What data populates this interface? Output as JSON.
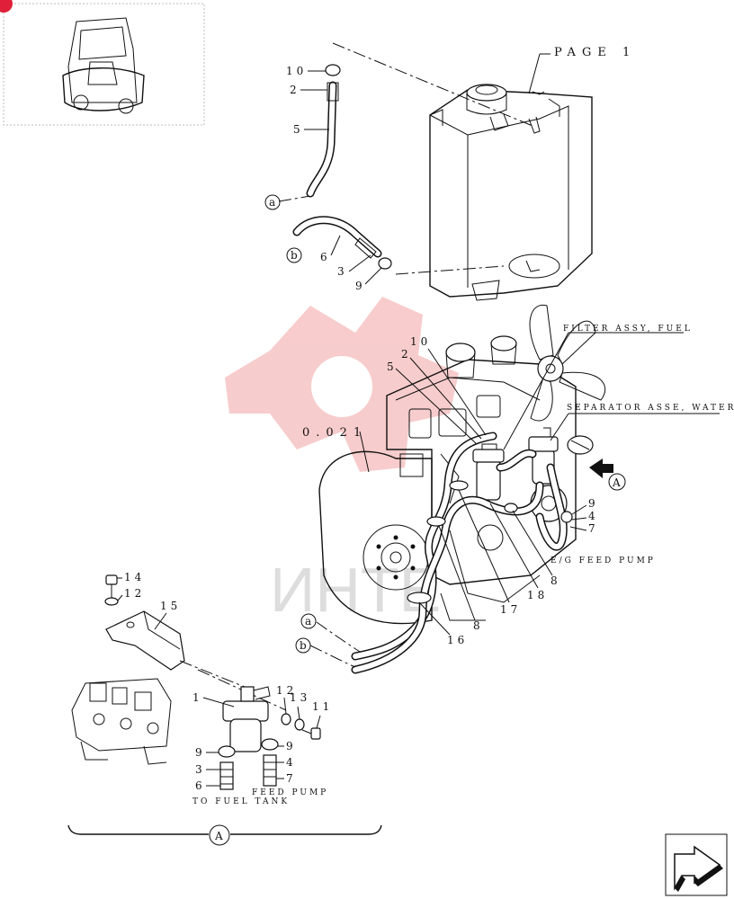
{
  "labels": {
    "page_ref": "PAGE 1",
    "filter_assy": "FILTER ASSY, FUEL",
    "separator_assy": "SEPARATOR ASSE, WATER",
    "feed_pump_engine": "E/G FEED PUMP",
    "section_ref": "0.021",
    "feed_pump": "FEED PUMP",
    "to_fuel_tank": "TO FUEL TANK",
    "watermark": "ИНТЕ"
  },
  "views": {
    "detail_a": "A",
    "arrow_a": "A"
  },
  "connectors": {
    "a_top": "a",
    "b_top": "b",
    "a_bottom": "a",
    "b_bottom": "b"
  },
  "callouts": {
    "tank_10": "10",
    "tank_2": "2",
    "tank_5": "5",
    "tank_6": "6",
    "tank_3": "3",
    "tank_9": "9",
    "eng_10": "10",
    "eng_2": "2",
    "eng_5": "5",
    "eng_9": "9",
    "eng_4": "4",
    "eng_7": "7",
    "eng_8a": "8",
    "eng_18": "18",
    "eng_17": "17",
    "eng_8b": "8",
    "eng_16": "16",
    "det_14": "14",
    "det_12a": "12",
    "det_15": "15",
    "det_1": "1",
    "det_12b": "12",
    "det_13": "13",
    "det_11": "11",
    "det_9a": "9",
    "det_9b": "9",
    "det_3": "3",
    "det_4": "4",
    "det_6": "6",
    "det_7": "7"
  },
  "colors": {
    "watermark": "#f2a3a3",
    "badge": "#e0203a",
    "ink": "#111111"
  },
  "icons": {
    "thumbnail": "forklift-thumbnail-icon",
    "next_page": "next-page-arrow-icon"
  }
}
